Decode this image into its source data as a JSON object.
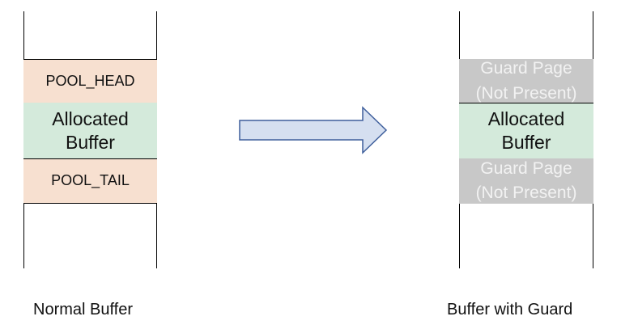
{
  "normal": {
    "head_label": "POOL_HEAD",
    "alloc_line1": "Allocated",
    "alloc_line2": "Buffer",
    "tail_label": "POOL_TAIL",
    "caption": "Normal Buffer"
  },
  "guarded": {
    "top_guard_line1": "Guard Page",
    "top_guard_line2": "(Not Present)",
    "alloc_line1": "Allocated",
    "alloc_line2": "Buffer",
    "bottom_guard_line1": "Guard Page",
    "bottom_guard_line2": "(Not Present)",
    "caption": "Buffer with Guard"
  },
  "colors": {
    "pool": "#f7e0d0",
    "allocated": "#d4eadb",
    "guard": "#c8c8c8",
    "arrow_fill": "#d5dff0",
    "arrow_stroke": "#3f5f9c"
  }
}
